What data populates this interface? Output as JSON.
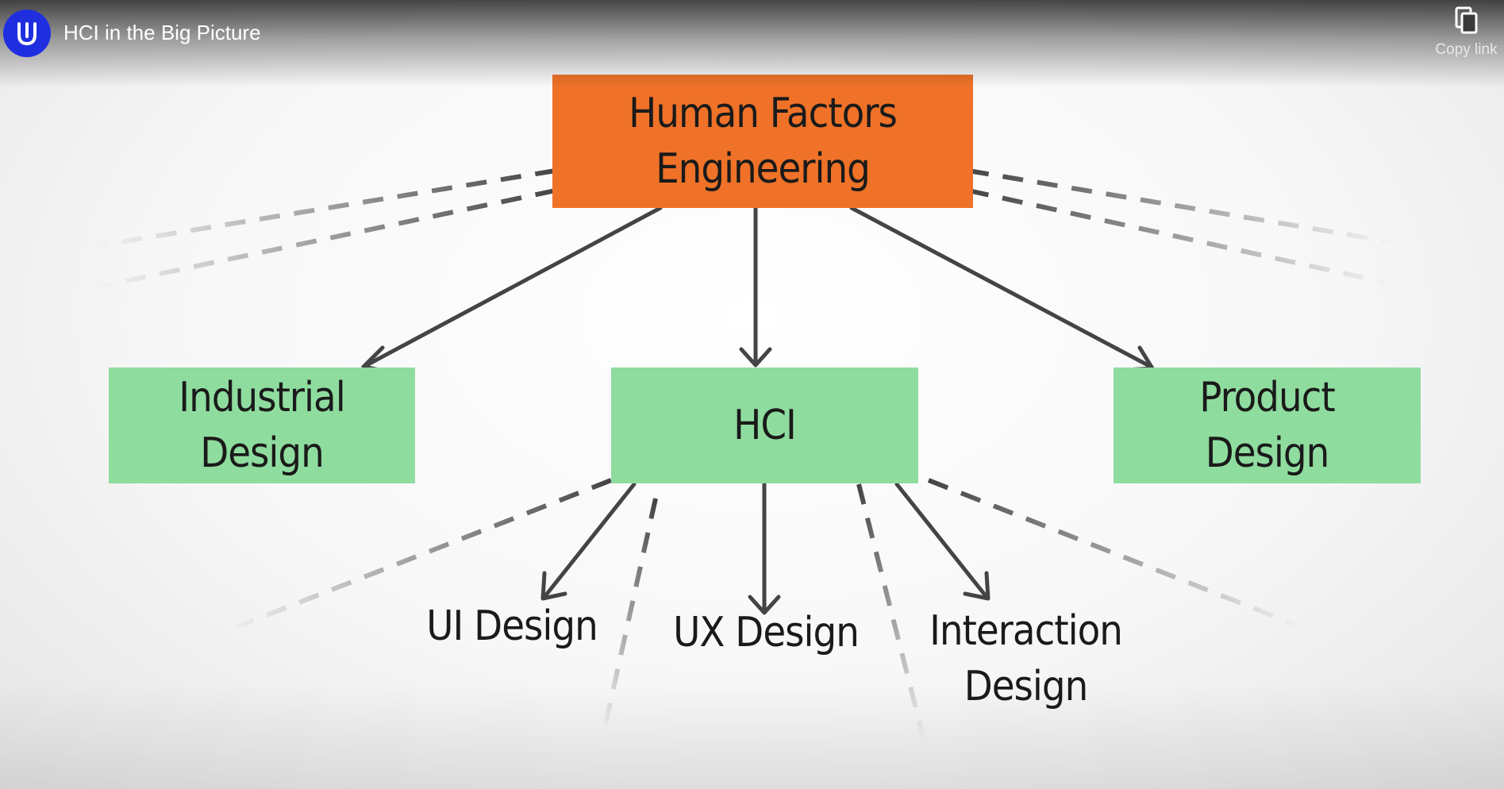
{
  "header": {
    "title": "HCI in the Big Picture",
    "copy_link_label": "Copy link",
    "logo_icon": "udacity-logo-icon",
    "copy_icon": "copy-icon"
  },
  "diagram": {
    "root": {
      "line1": "Human Factors",
      "line2": "Engineering",
      "color": "#ef7228"
    },
    "children": {
      "industrial": {
        "line1": "Industrial",
        "line2": "Design"
      },
      "hci": {
        "label": "HCI"
      },
      "product": {
        "line1": "Product",
        "line2": "Design"
      }
    },
    "leaves": {
      "ui": {
        "label": "UI Design"
      },
      "ux": {
        "label": "UX Design"
      },
      "interaction": {
        "line1": "Interaction",
        "line2": "Design"
      }
    },
    "green_color": "#8fdc9f",
    "arrow_color": "#444444"
  }
}
